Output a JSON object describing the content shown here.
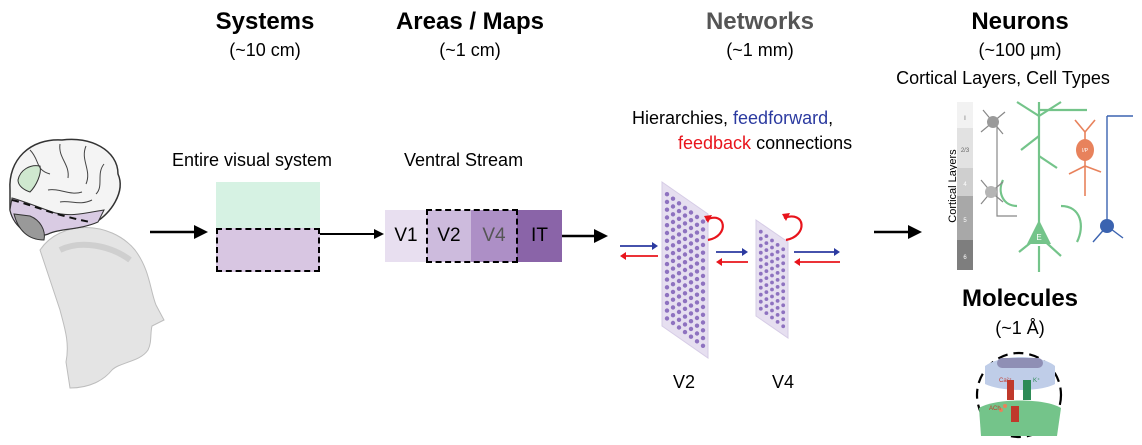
{
  "scales": {
    "systems": {
      "title": "Systems",
      "size": "(~10 cm)"
    },
    "areas": {
      "title": "Areas / Maps",
      "size": "(~1 cm)"
    },
    "networks": {
      "title": "Networks",
      "size": "(~1 mm)"
    },
    "neurons": {
      "title": "Neurons",
      "size": "(~100 μm)",
      "caption": "Cortical Layers, Cell Types"
    },
    "molecules": {
      "title": "Molecules",
      "size": "(~1 Å)"
    }
  },
  "systems_panel": {
    "label": "Entire visual system"
  },
  "areas_panel": {
    "label": "Ventral Stream",
    "areas": [
      "V1",
      "V2",
      "V4",
      "IT"
    ]
  },
  "networks_panel": {
    "caption_part1": "Hierarchies, ",
    "caption_feedforward": "feedforward",
    "caption_comma": ",",
    "caption_feedback": "feedback",
    "caption_part2": " connections",
    "layer_labels": [
      "V2",
      "V4"
    ]
  },
  "neurons_panel": {
    "axis_label": "Cortical Layers",
    "layer_ticks": [
      "I",
      "2/3",
      "4",
      "5",
      "6"
    ],
    "cell_labels": [
      "E",
      "I/P"
    ]
  },
  "molecules_panel": {
    "ion_labels": [
      "Ca²⁺",
      "K⁺",
      "ACh"
    ]
  },
  "colors": {
    "feedforward": "#2b3aa0",
    "feedback": "#e8141c",
    "networks_title": "#555555",
    "systems_green": "#d6f2e3",
    "systems_purple": "#d8c6e2",
    "v1": "#e8dff0",
    "v2": "#cdbbdd",
    "v4": "#ad8fc6",
    "it": "#8a64a8",
    "neuron_green": "#74c48a",
    "neuron_orange": "#e8825c",
    "neuron_blue": "#3b63b0"
  },
  "icons": [
    "brain-head-illustration",
    "neuron-layers-illustration",
    "synapse-illustration"
  ]
}
